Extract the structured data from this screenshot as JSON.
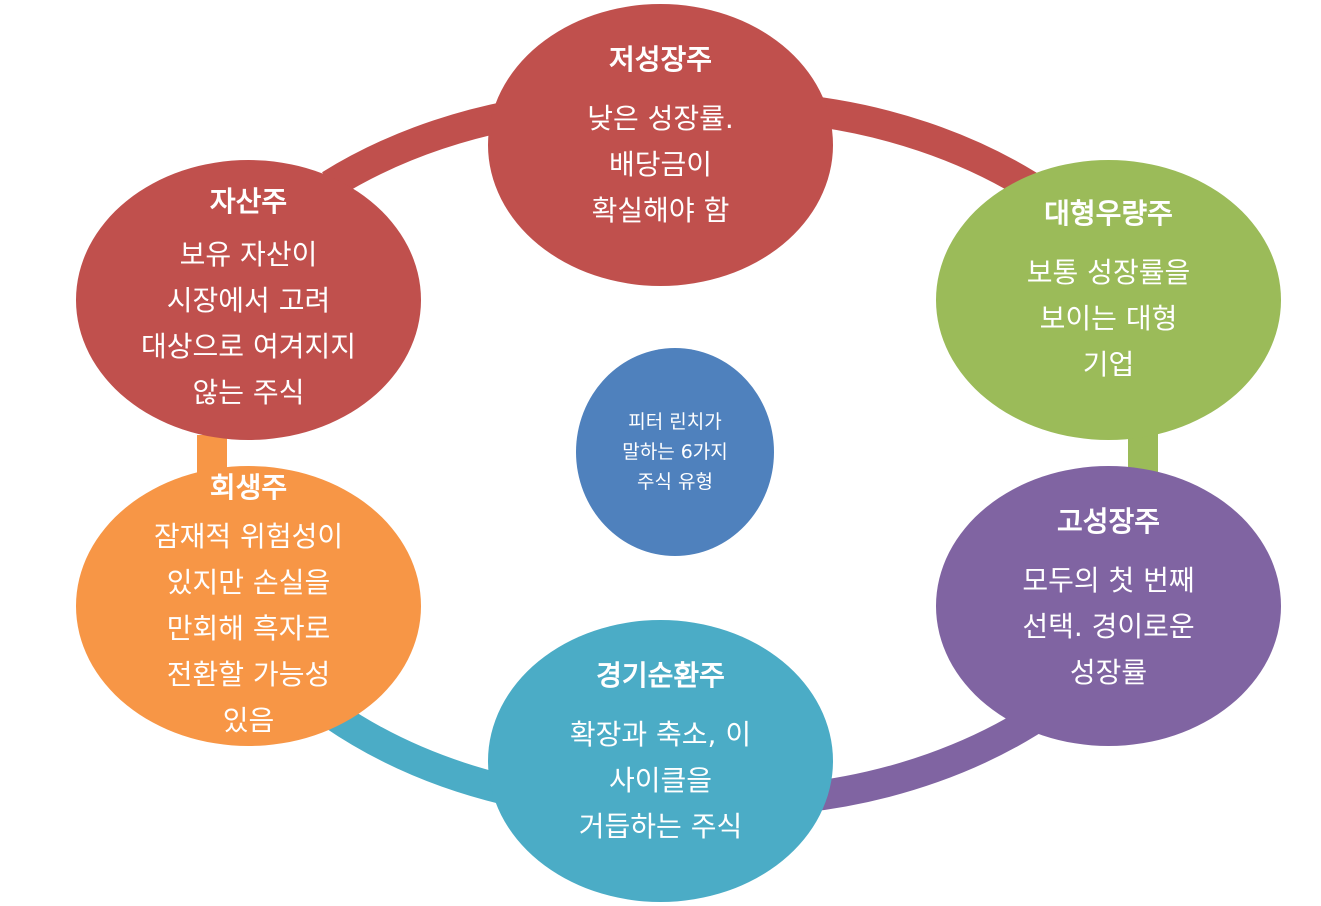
{
  "center": {
    "label": "피터 린치가\n말하는 6가지\n주식 유형",
    "color": "#4F81BD"
  },
  "nodes": [
    {
      "id": "slow-growers",
      "title": "저성장주",
      "desc": "낮은 성장률.\n배당금이\n확실해야 함",
      "color": "#C0504D"
    },
    {
      "id": "stalwarts",
      "title": "대형우량주",
      "desc": "보통 성장률을\n보이는 대형\n기업",
      "color": "#9BBB59"
    },
    {
      "id": "fast-growers",
      "title": "고성장주",
      "desc": "모두의 첫 번째\n선택. 경이로운\n성장률",
      "color": "#8064A2"
    },
    {
      "id": "cyclicals",
      "title": "경기순환주",
      "desc": "확장과 축소, 이\n사이클을\n거듭하는 주식",
      "color": "#4BACC6"
    },
    {
      "id": "turnarounds",
      "title": "회생주",
      "desc": "잠재적 위험성이\n있지만 손실을\n만회해 흑자로\n전환할 가능성\n있음",
      "color": "#F79646"
    },
    {
      "id": "asset-plays",
      "title": "자산주",
      "desc": "보유 자산이\n시장에서 고려\n대상으로 여겨지지\n않는 주식",
      "color": "#C0504D"
    }
  ]
}
